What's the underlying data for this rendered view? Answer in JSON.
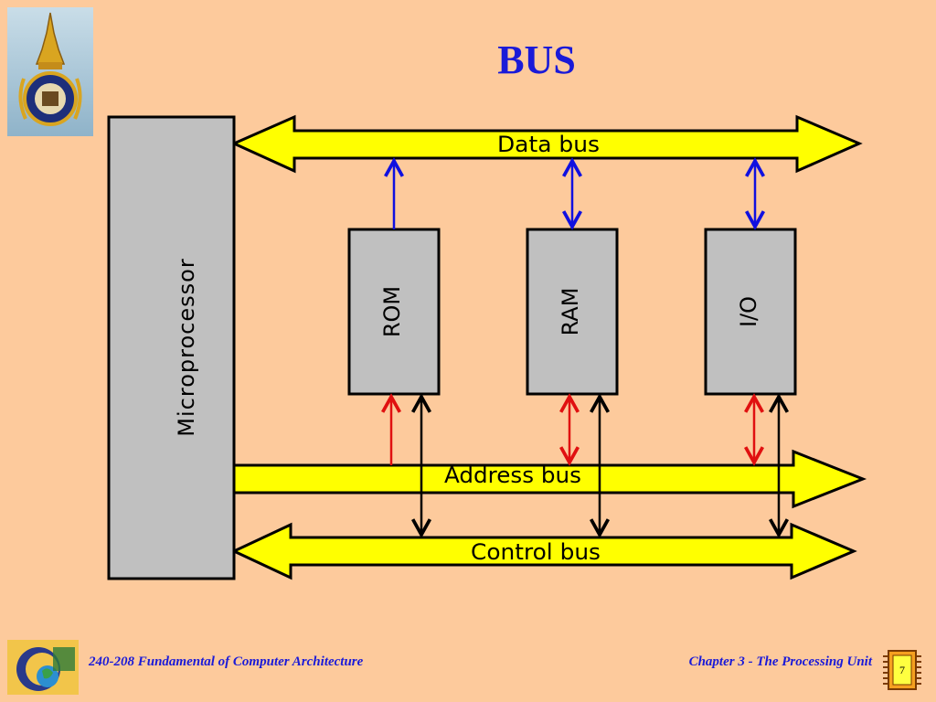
{
  "slide": {
    "title": "BUS",
    "footer_left": "240-208 Fundamental of Computer Architecture",
    "footer_right": "Chapter 3 - The Processing Unit",
    "page_number": "7"
  },
  "diagram": {
    "processor_label": "Microprocessor",
    "buses": {
      "data": "Data bus",
      "address": "Address bus",
      "control": "Control bus"
    },
    "modules": [
      {
        "label": "ROM"
      },
      {
        "label": "RAM"
      },
      {
        "label": "I/O"
      }
    ]
  },
  "colors": {
    "background": "#FDCA9C",
    "bus_fill": "#FFFF00",
    "block_fill": "#C0C0C0",
    "data_arrow": "#1010E0",
    "address_arrow": "#E01010",
    "control_arrow": "#000000",
    "title": "#1A1AD8"
  },
  "icons": {
    "top_logo": "university-emblem-icon",
    "footer_logo": "department-logo-icon",
    "page_badge": "microchip-icon"
  }
}
